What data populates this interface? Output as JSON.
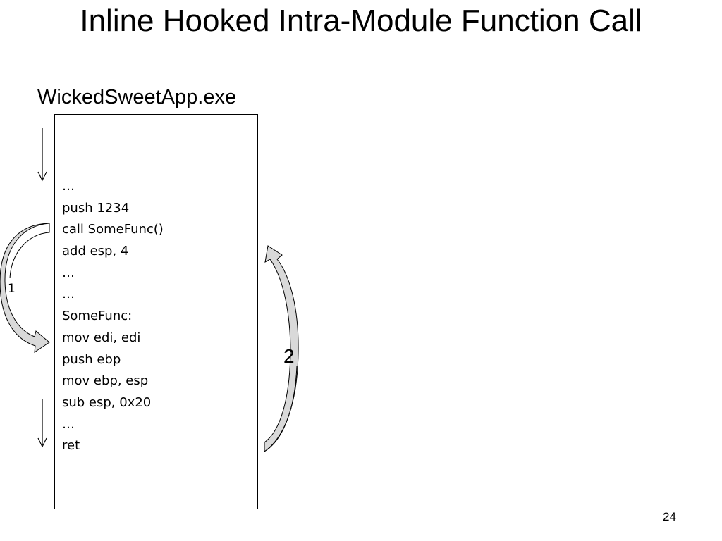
{
  "slide": {
    "title": "Inline Hooked Intra-Module Function Call",
    "module_name": "WickedSweetApp.exe",
    "code_lines": [
      "…",
      "push 1234",
      "call SomeFunc()",
      "add esp, 4",
      "…",
      "…",
      "SomeFunc:",
      "mov edi, edi",
      "push ebp",
      "mov ebp, esp",
      "sub esp, 0x20",
      "…",
      "ret"
    ],
    "steps": {
      "step1_label": "1",
      "step2_label": "2"
    },
    "page_number": "24"
  },
  "colors": {
    "arrow_fill": "#d9d9d9",
    "stroke": "#000000",
    "background": "#ffffff"
  }
}
